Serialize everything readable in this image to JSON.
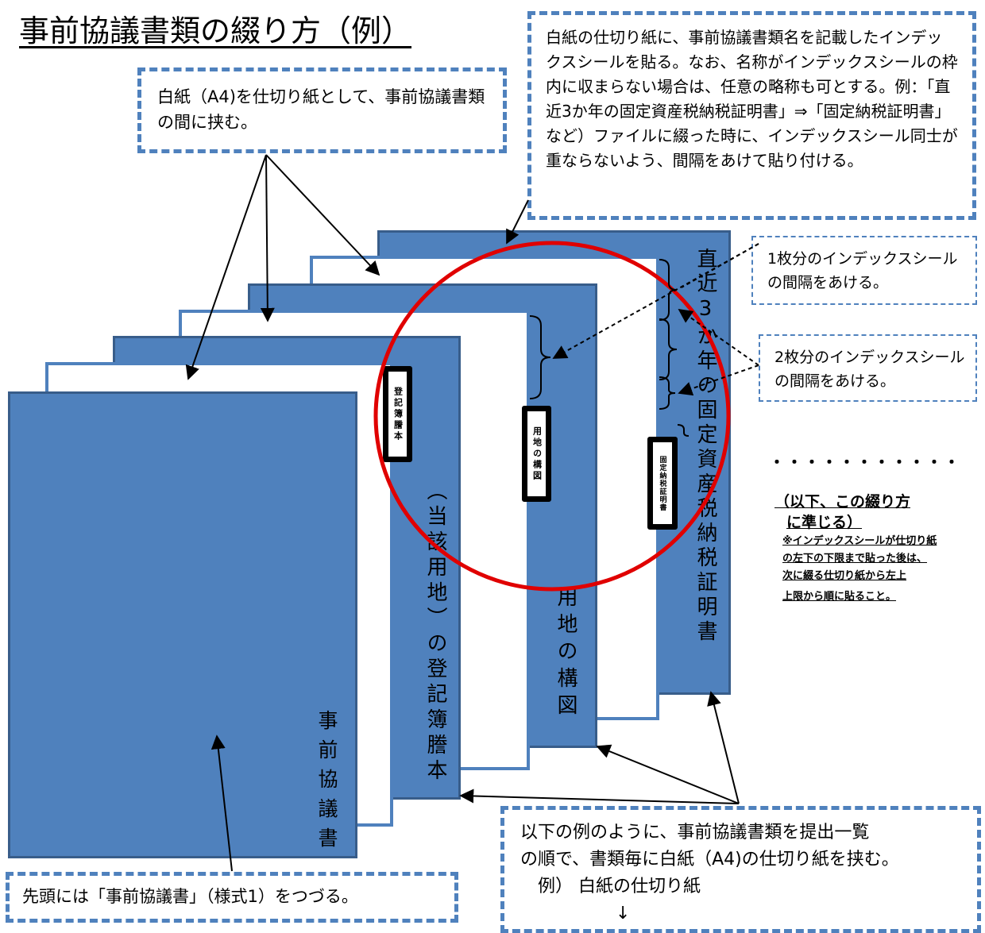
{
  "title": "事前協議書類の綴り方（例）",
  "callouts": {
    "blank_paper": "白紙（A4)を仕切り紙として、事前協議書類の間に挟む。",
    "index_seal": "白紙の仕切り紙に、事前協議書類名を記載したインデックスシールを貼る。なお、名称がインデックスシールの枠内に収まらない場合は、任意の略称も可とする。例：「直近3か年の固定資産税納税証明書」⇒「固定納税証明書」など）ファイルに綴った時に、インデックスシール同士が重ならないよう、間隔をあけて貼り付ける。",
    "gap_one": "1枚分のインデックスシールの間隔をあける。",
    "gap_two": "2枚分のインデックスシールの間隔をあける。",
    "head": "先頭には「事前協議書」（様式1）をつづる。",
    "order_line1": "以下の例のように、事前協議書類を提出一覧",
    "order_line2": "の順で、書類毎に白紙（A4)の仕切り紙を挟む。",
    "order_line3": "例） 白紙の仕切り紙",
    "order_line4": "↓"
  },
  "sheets": {
    "front": "事前協議書",
    "registry": "（当該用地）の登記簿謄本",
    "layout": "用地の構図",
    "tax": "直近3か年の固定資産税納税証明書"
  },
  "tabs": {
    "registry": "登記簿謄本",
    "layout": "用地の構図",
    "tax": "固定納税証明書"
  },
  "notes": {
    "dots": "・・・・・・・・・・・",
    "line1": "（以下、この綴り方",
    "line2": "に準じる）",
    "line3": "※インデックスシールが仕切り紙",
    "line4": "の左下の下限まで貼った後は、",
    "line5": "次に綴る仕切り紙から左上",
    "line6": "上限から順に貼ること。"
  }
}
